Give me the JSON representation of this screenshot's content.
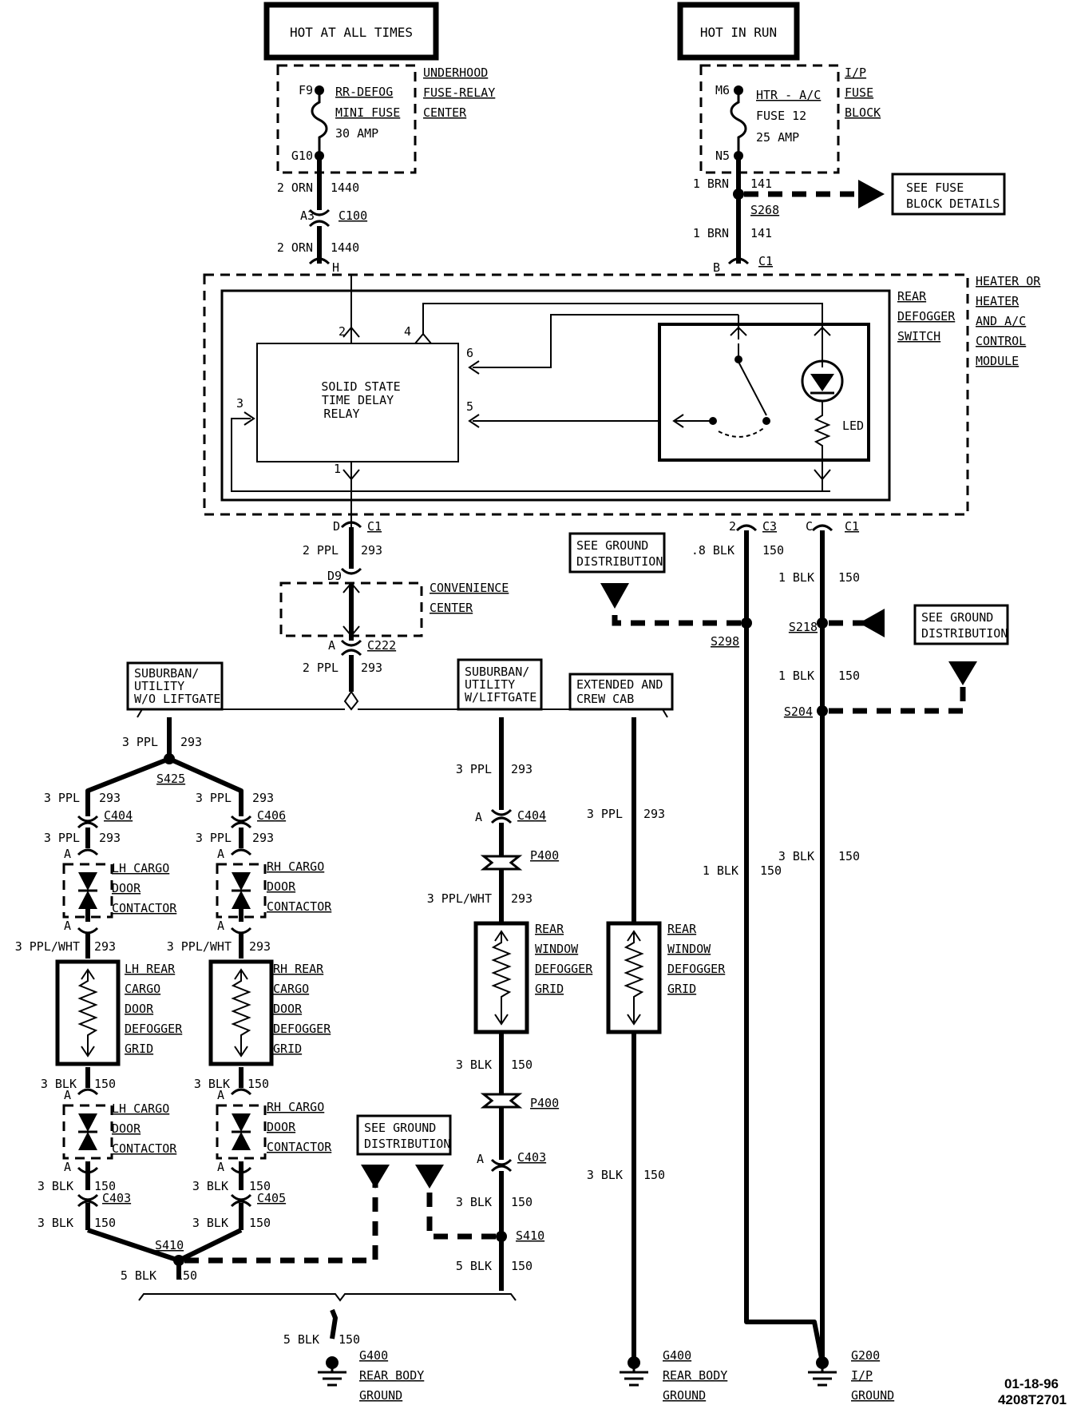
{
  "power": {
    "hot_at_all_times": "HOT AT ALL TIMES",
    "hot_in_run": "HOT IN RUN"
  },
  "fuses": {
    "rr_defog": {
      "pin_top": "F9",
      "pin_bottom": "G10",
      "line1": "RR-DEFOG",
      "line2": "MINI FUSE",
      "line3": "30 AMP",
      "panel": [
        "UNDERHOOD",
        "FUSE-RELAY",
        "CENTER"
      ]
    },
    "htr_ac": {
      "pin_top": "M6",
      "pin_bottom": "N5",
      "line1": "HTR - A/C",
      "line2": "FUSE 12",
      "line3": "25 AMP",
      "panel": [
        "I/P",
        "FUSE",
        "BLOCK"
      ]
    }
  },
  "module": {
    "label": [
      "HEATER OR",
      "HEATER",
      "AND A/C",
      "CONTROL",
      "MODULE"
    ],
    "switch_label": [
      "REAR",
      "DEFOGGER",
      "SWITCH"
    ],
    "relay": [
      "SOLID STATE",
      "TIME DELAY",
      "RELAY"
    ],
    "led": "LED",
    "pins": {
      "p1": "1",
      "p2": "2",
      "p3": "3",
      "p4": "4",
      "p5": "5",
      "p6": "6"
    }
  },
  "labels": {
    "c1": "C1",
    "c3": "C3",
    "c100": "C100",
    "c222": "C222",
    "c403": "C403",
    "c404": "C404",
    "c405": "C405",
    "c406": "C406",
    "p400": "P400",
    "s204": "S204",
    "s218": "S218",
    "s268": "S268",
    "s298": "S298",
    "s410": "S410",
    "s425": "S425",
    "pin_a": "A",
    "pin_a3": "A3",
    "pin_b": "B",
    "pin_c": "C",
    "pin_d": "D",
    "pin_d9": "D9",
    "pin_h": "H",
    "pin_2": "2",
    "see_fuse": [
      "SEE FUSE",
      "BLOCK DETAILS"
    ],
    "see_ground": [
      "SEE GROUND",
      "DISTRIBUTION"
    ],
    "convenience": [
      "CONVENIENCE",
      "CENTER"
    ],
    "suburban_wo": [
      "SUBURBAN/",
      "UTILITY",
      "W/O LIFTGATE"
    ],
    "suburban_w": [
      "SUBURBAN/",
      "UTILITY",
      "W/LIFTGATE"
    ],
    "extended": [
      "EXTENDED AND",
      "CREW CAB"
    ],
    "lh_contactor": [
      "LH CARGO",
      "DOOR",
      "CONTACTOR"
    ],
    "rh_contactor": [
      "RH CARGO",
      "DOOR",
      "CONTACTOR"
    ],
    "lh_grid": [
      "LH REAR",
      "CARGO",
      "DOOR",
      "DEFOGGER",
      "GRID"
    ],
    "rh_grid": [
      "RH REAR",
      "CARGO",
      "DOOR",
      "DEFOGGER",
      "GRID"
    ],
    "rear_grid": [
      "REAR",
      "WINDOW",
      "DEFOGGER",
      "GRID"
    ],
    "g400": [
      "G400",
      "REAR BODY",
      "GROUND"
    ],
    "g200": [
      "G200",
      "I/P",
      "GROUND"
    ]
  },
  "wires": {
    "orn2": "2 ORN",
    "c1440": "1440",
    "brn1": "1 BRN",
    "c141": "141",
    "ppl2": "2 PPL",
    "ppl3": "3 PPL",
    "c293": "293",
    "pplwht3": "3 PPL/WHT",
    "blk08": ".8 BLK",
    "blk1": "1 BLK",
    "blk3": "3 BLK",
    "blk5": "5 BLK",
    "c150": "150"
  },
  "footer": {
    "date": "01-18-96",
    "code": "4208T2701"
  }
}
